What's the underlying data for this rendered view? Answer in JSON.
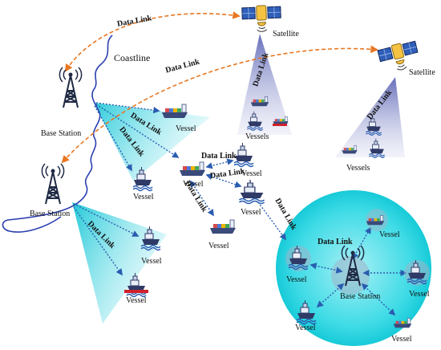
{
  "labels": {
    "satellite_1": "Satellite",
    "satellite_2": "Satellite",
    "coastline": "Coastline",
    "base_station_1": "Base Station",
    "base_station_2": "Base Station",
    "base_station_3": "Base Station",
    "vessel_bs1_a": "Vessel",
    "vessel_bs1_b": "Vessel",
    "vessel_center": "Vessel",
    "vessel_center_right": "Vessel",
    "vessel_cruise": "Vessel",
    "vessel_center_bottom": "Vessel",
    "vessel_bs2_a": "Vessel",
    "vessel_bs2_b": "Vessel",
    "vessels_sat1": "Vessels",
    "vessels_sat2": "Vessels",
    "vessel_ring_top": "Vessel",
    "vessel_ring_left": "Vessel",
    "vessel_ring_right": "Vessel",
    "vessel_ring_bottom_left": "Vessel",
    "vessel_ring_bottom_right": "Vessel"
  },
  "data_link_label": "Data Link",
  "colors": {
    "satellite_link": "#e87722",
    "terrestrial_link": "#2a5db0",
    "coverage": "#26d4e0",
    "satellite_beam": "#7f89c8",
    "coastline": "#2b3fb0",
    "hull_red": "#d0202a"
  }
}
